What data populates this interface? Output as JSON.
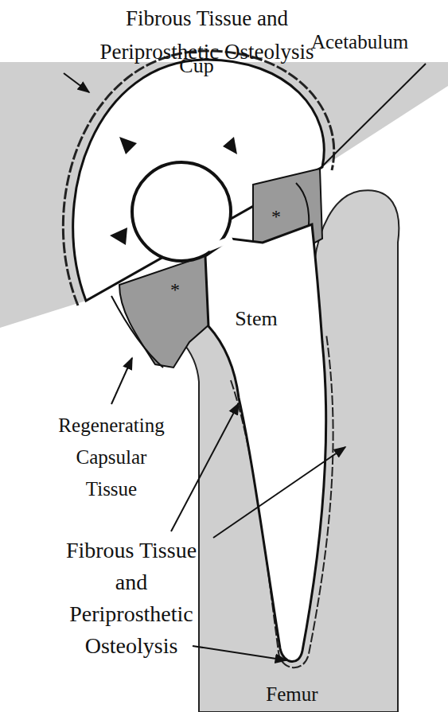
{
  "diagram": {
    "labels": [
      "Fibrous Tissue and Periprosthetic Osteolysis",
      "Acetabulum",
      "Cup",
      "*",
      "*",
      "Stem",
      "Regenerating Capsular Tissue",
      "Fibrous Tissue and Periprosthetic Osteolysis",
      "Femur"
    ]
  }
}
